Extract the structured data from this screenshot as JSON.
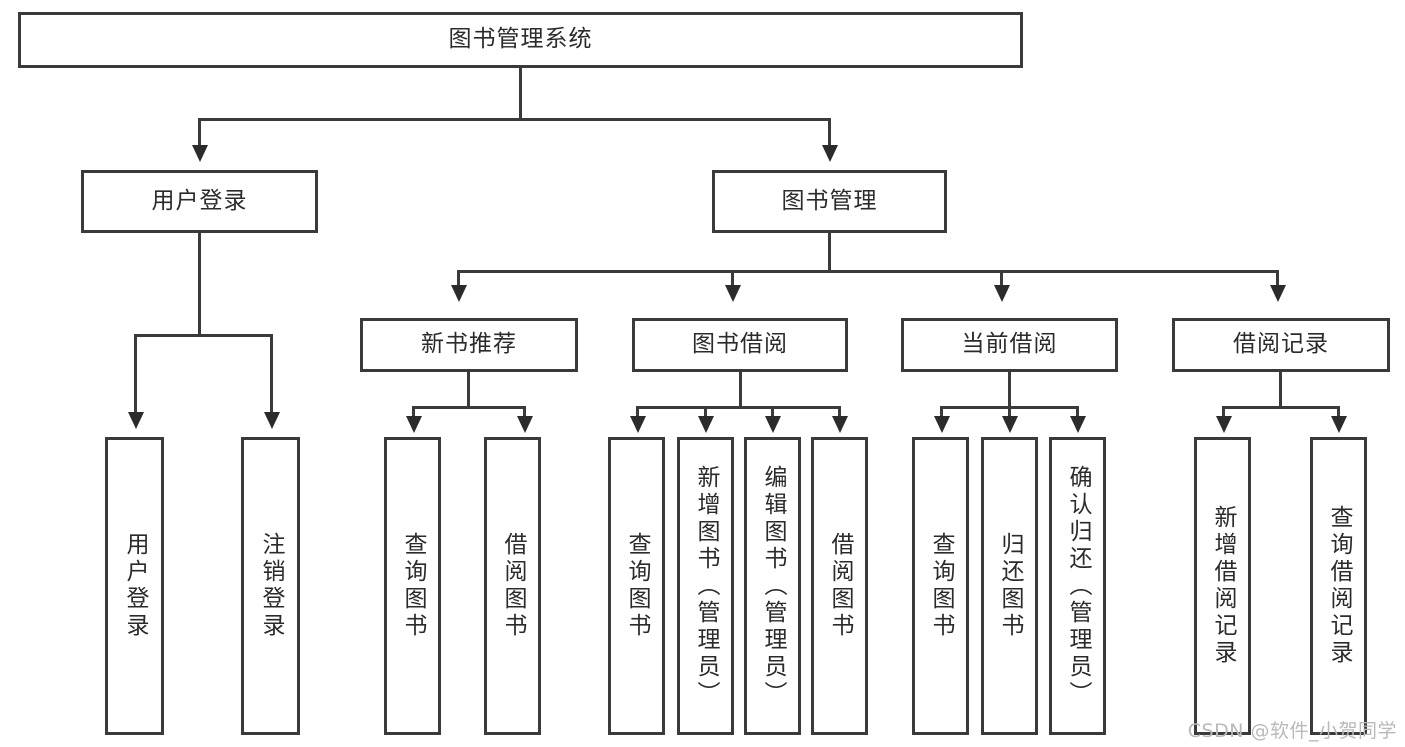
{
  "diagram": {
    "type": "tree",
    "title": "图书管理系统",
    "watermark": "CSDN @软件_小贺同学",
    "colors": {
      "background": "#ffffff",
      "box_border": "#3a3a3a",
      "box_fill": "#ffffff",
      "line": "#3a3a3a",
      "text": "#2b2b2b",
      "watermark": "#b9b9b9"
    },
    "nodes": {
      "root": {
        "label": "图书管理系统"
      },
      "level2": [
        {
          "id": "user-login",
          "label": "用户登录"
        },
        {
          "id": "book-manage",
          "label": "图书管理"
        }
      ],
      "level3": [
        {
          "id": "new-book-recommend",
          "label": "新书推荐"
        },
        {
          "id": "book-borrow",
          "label": "图书借阅"
        },
        {
          "id": "current-borrow",
          "label": "当前借阅"
        },
        {
          "id": "borrow-record",
          "label": "借阅记录"
        }
      ],
      "leaves": {
        "user-login": [
          {
            "id": "leaf-user-login",
            "label": "用户登录"
          },
          {
            "id": "leaf-user-logout",
            "label": "注销登录"
          }
        ],
        "new-book-recommend": [
          {
            "id": "leaf-query-book-1",
            "label": "查询图书"
          },
          {
            "id": "leaf-borrow-book-1",
            "label": "借阅图书"
          }
        ],
        "book-borrow": [
          {
            "id": "leaf-query-book-2",
            "label": "查询图书"
          },
          {
            "id": "leaf-add-book",
            "label": "新增图书（管理员）"
          },
          {
            "id": "leaf-edit-book",
            "label": "编辑图书（管理员）"
          },
          {
            "id": "leaf-borrow-book-2",
            "label": "借阅图书"
          }
        ],
        "current-borrow": [
          {
            "id": "leaf-query-book-3",
            "label": "查询图书"
          },
          {
            "id": "leaf-return-book",
            "label": "归还图书"
          },
          {
            "id": "leaf-confirm-return",
            "label": "确认归还（管理员）"
          }
        ],
        "borrow-record": [
          {
            "id": "leaf-add-record",
            "label": "新增借阅记录"
          },
          {
            "id": "leaf-query-record",
            "label": "查询借阅记录"
          }
        ]
      }
    }
  }
}
